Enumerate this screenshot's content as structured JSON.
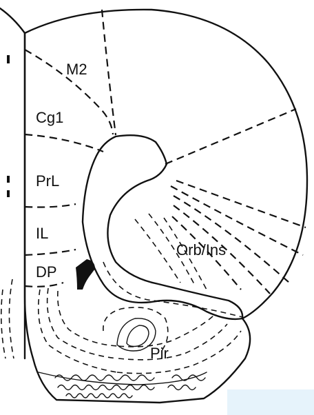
{
  "regions": {
    "m2": "M2",
    "cg1": "Cg1",
    "prl": "PrL",
    "il": "IL",
    "dp": "DP",
    "orb_ins": "Orb/Ins",
    "pir": "Pir"
  },
  "colors": {
    "ink": "#111111",
    "background": "#ffffff",
    "glare": "#dbeef9"
  }
}
